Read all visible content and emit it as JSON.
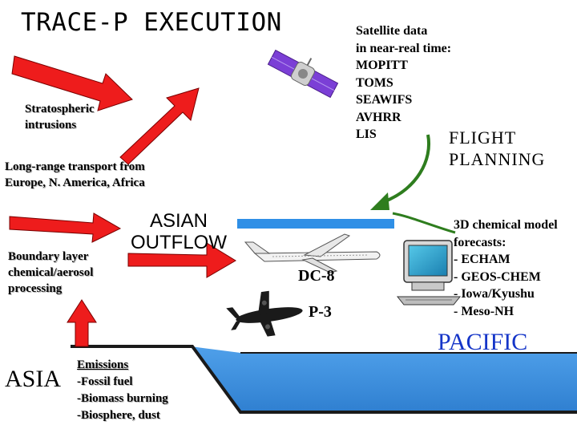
{
  "title": "TRACE-P EXECUTION",
  "satellite": {
    "lines": [
      "Satellite data",
      "in near-real time:",
      "MOPITT",
      "TOMS",
      "SEAWIFS",
      "AVHRR",
      "LIS"
    ]
  },
  "flight_planning": [
    "FLIGHT",
    "PLANNING"
  ],
  "stratospheric": [
    "Stratospheric",
    "intrusions"
  ],
  "long_range": [
    "Long-range transport from",
    "Europe, N. America, Africa"
  ],
  "asian_outflow": [
    "ASIAN",
    "OUTFLOW"
  ],
  "boundary": [
    "Boundary layer",
    "chemical/aerosol",
    "processing"
  ],
  "aircraft": {
    "dc8": "DC-8",
    "p3": "P-3"
  },
  "model": {
    "lines": [
      "3D chemical model",
      "forecasts:",
      "- ECHAM",
      "- GEOS-CHEM",
      "- Iowa/Kyushu",
      "- Meso-NH"
    ]
  },
  "pacific": "PACIFIC",
  "asia": "ASIA",
  "emissions": {
    "heading": "Emissions",
    "items": [
      "-Fossil fuel",
      "-Biomass burning",
      "-Biosphere, dust"
    ]
  },
  "colors": {
    "arrow_red": "#ee1c1c",
    "arrow_green": "#2e7d1e",
    "ocean": "#3f8fdc",
    "ocean_bar": "#2f8fe6",
    "pacific_text": "#1535c8"
  }
}
